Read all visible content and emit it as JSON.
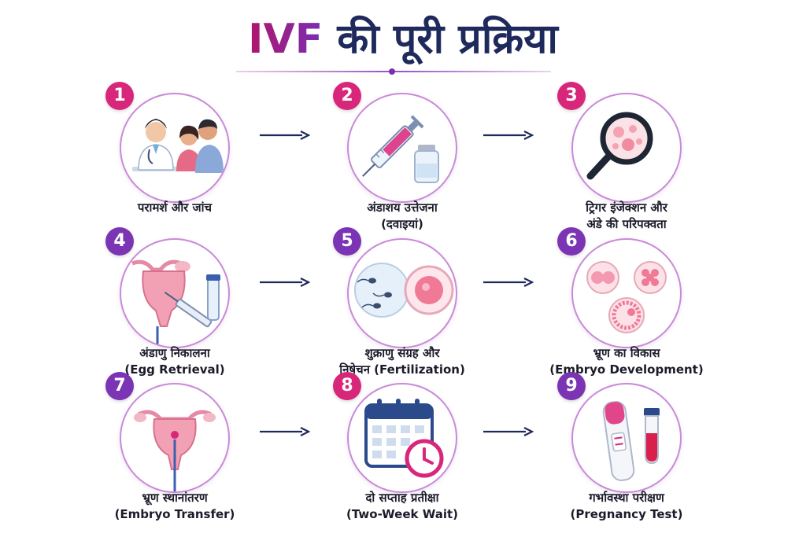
{
  "title": {
    "brand": "IVF",
    "rest": "की पूरी प्रक्रिया"
  },
  "steps": [
    {
      "number": "1",
      "icon": "consultation-icon",
      "line1": "परामर्श और जांच",
      "line2": ""
    },
    {
      "number": "2",
      "icon": "syringe-vial-icon",
      "line1": "अंडाशय उत्तेजना",
      "line2": "(दवाइयां)"
    },
    {
      "number": "3",
      "icon": "magnifier-follicles-icon",
      "line1": "ट्रिगर इंजेक्शन और",
      "line2": "अंडे की परिपक्वता"
    },
    {
      "number": "4",
      "icon": "egg-retrieval-icon",
      "line1": "अंडाणु निकालना",
      "line2": "(Egg Retrieval)"
    },
    {
      "number": "5",
      "icon": "sperm-egg-icon",
      "line1": "शुक्राणु संग्रह और",
      "line2": "निषेचन (Fertilization)"
    },
    {
      "number": "6",
      "icon": "embryo-cells-icon",
      "line1": "भ्रूण का विकास",
      "line2": "(Embryo Development)"
    },
    {
      "number": "7",
      "icon": "uterus-transfer-icon",
      "line1": "भ्रूण स्थानांतरण",
      "line2": "(Embryo Transfer)"
    },
    {
      "number": "8",
      "icon": "calendar-clock-icon",
      "line1": "दो सप्ताह प्रतीक्षा",
      "line2": "(Two-Week Wait)"
    },
    {
      "number": "9",
      "icon": "pregnancy-test-icon",
      "line1": "गर्भावस्था परीक्षण",
      "line2": "(Pregnancy Test)"
    }
  ],
  "colors": {
    "pink": "#d8267a",
    "purple": "#7a34b4",
    "navy": "#1f2a5c",
    "ring": "#c98ad8"
  }
}
